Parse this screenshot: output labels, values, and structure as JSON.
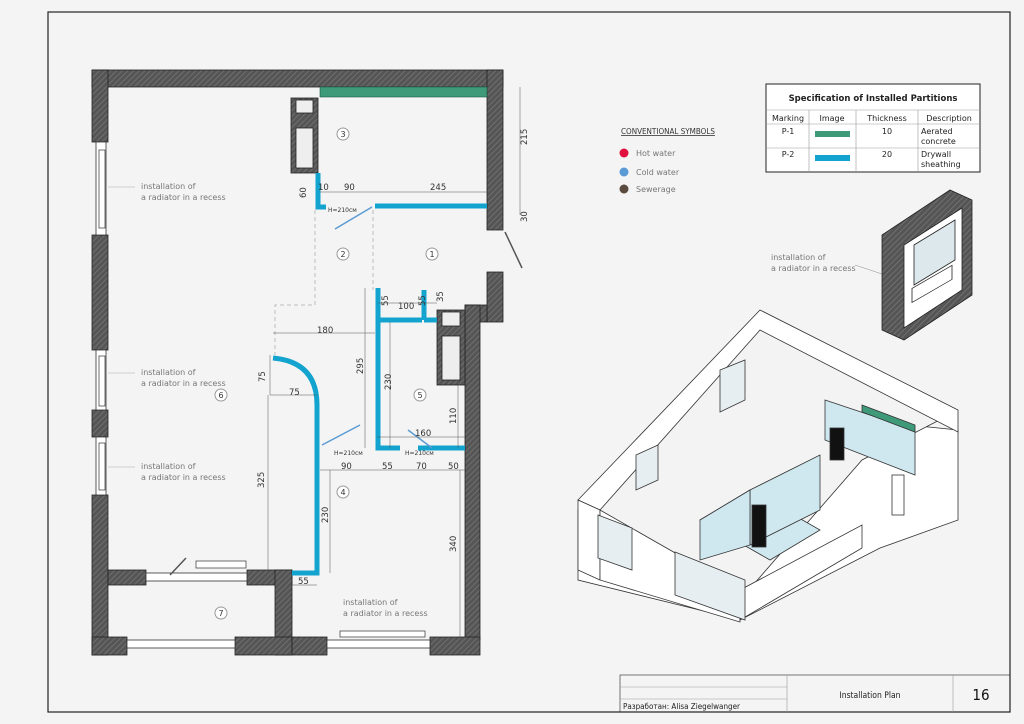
{
  "sheet": {
    "title": "Installation Plan",
    "page": "16",
    "author": "Разработан: Alisa Ziegelwanger"
  },
  "legend": {
    "title": "CONVENTIONAL SYMBOLS",
    "items": [
      {
        "label": "Hot water",
        "color": "#e0103f"
      },
      {
        "label": "Cold water",
        "color": "#5a9bd5"
      },
      {
        "label": "Sewerage",
        "color": "#5b4a3e"
      }
    ]
  },
  "spec": {
    "title": "Specification of Installed Partitions",
    "headers": [
      "Marking",
      "Image",
      "Thickness",
      "Description"
    ],
    "rows": [
      {
        "marking": "P-1",
        "color": "#3f9a7a",
        "thickness": "10",
        "desc1": "Aerated",
        "desc2": "concrete"
      },
      {
        "marking": "P-2",
        "color": "#12a3cf",
        "thickness": "20",
        "desc1": "Drywall",
        "desc2": "sheathing"
      }
    ]
  },
  "notes": {
    "line1": "installation of",
    "line2": "a radiator in a recess"
  },
  "door_height": "H=210см",
  "rooms": [
    "1",
    "2",
    "3",
    "4",
    "5",
    "6",
    "7"
  ],
  "dims": [
    "215",
    "30",
    "60",
    "10",
    "90",
    "245",
    "55",
    "100",
    "55",
    "35",
    "180",
    "295",
    "230",
    "110",
    "75",
    "75",
    "160",
    "90",
    "55",
    "70",
    "50",
    "325",
    "230",
    "340",
    "55"
  ]
}
